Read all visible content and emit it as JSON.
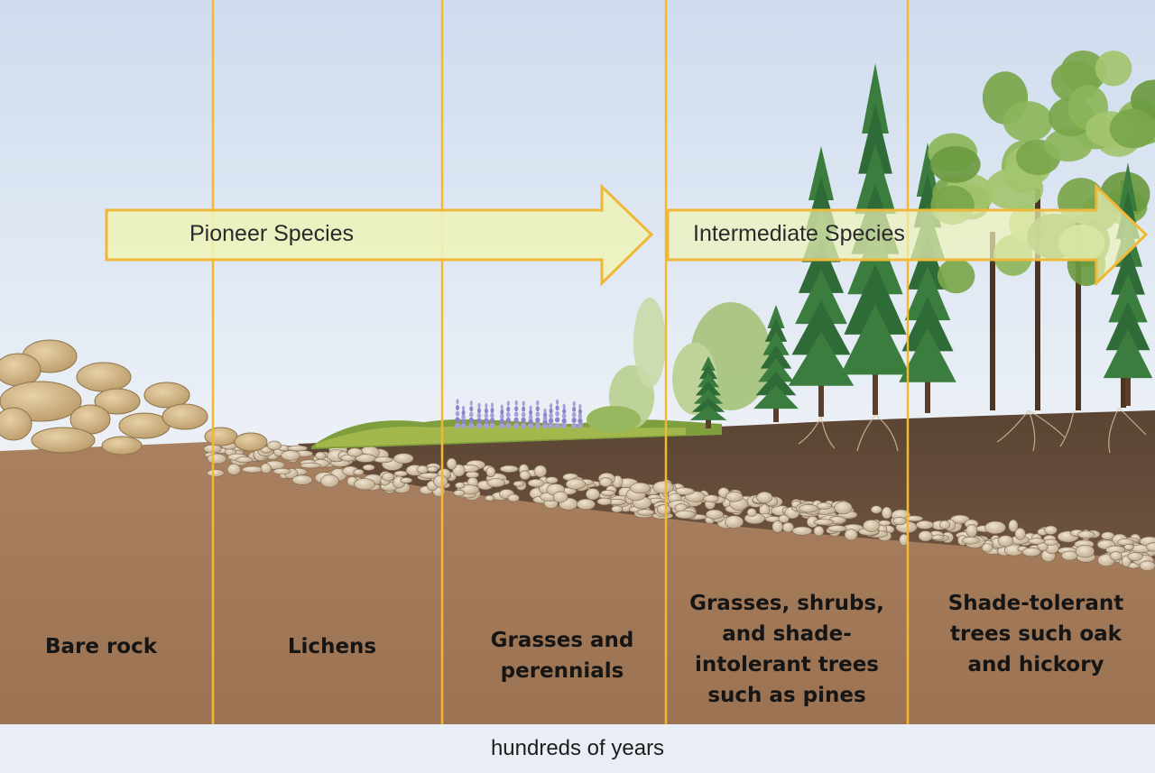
{
  "arrows": [
    {
      "label": "Pioneer Species"
    },
    {
      "label": "Intermediate Species"
    }
  ],
  "stages": [
    {
      "label": "Bare rock"
    },
    {
      "label": "Lichens"
    },
    {
      "label": "Grasses and perennials"
    },
    {
      "label": "Grasses, shrubs, and shade-intolerant trees such as pines"
    },
    {
      "label": "Shade-tolerant trees such oak and hickory"
    }
  ],
  "axis": {
    "label": "hundreds of years"
  },
  "colors": {
    "sky_top": "#cfdcee",
    "sky_bottom": "#eef2f7",
    "soil": "#a57b58",
    "topsoil": "#5d4634",
    "divider": "#f4b731",
    "arrow_fill": "#eef3b9",
    "arrow_stroke": "#f0b83a"
  }
}
